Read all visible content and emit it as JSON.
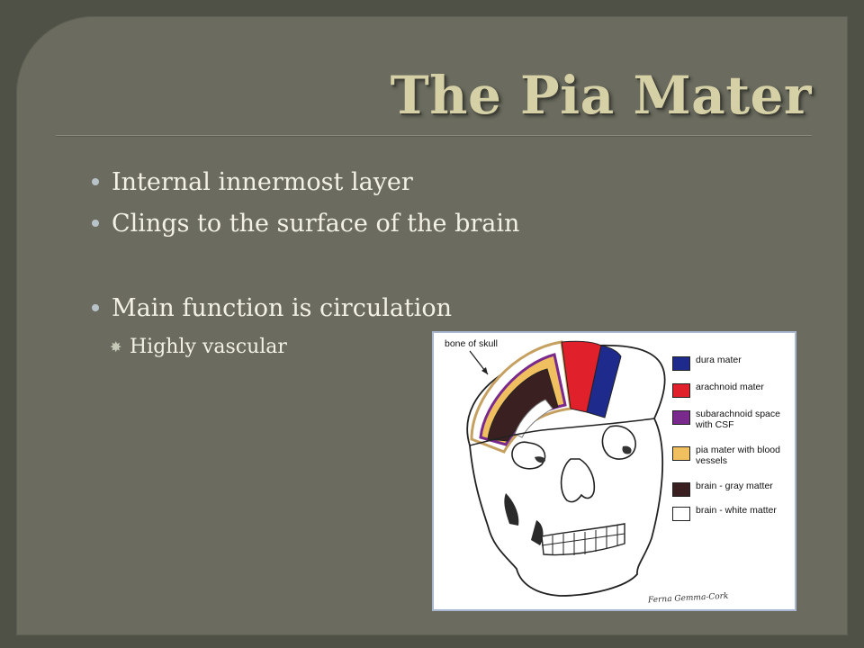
{
  "slide": {
    "title": "The Pia Mater",
    "bullets": [
      "Internal innermost layer",
      "Clings to the surface of the brain",
      "Main function is circulation"
    ],
    "sub_bullets": [
      "Highly vascular"
    ]
  },
  "figure": {
    "skull_label": "bone of skull",
    "signature": "Ferna Gemma-Cork",
    "legend": [
      {
        "label": "dura mater",
        "color": "#1e2a8c"
      },
      {
        "label": "arachnoid mater",
        "color": "#e0202a"
      },
      {
        "label": "subarachnoid space with CSF",
        "color": "#7a2a8c"
      },
      {
        "label": "pia mater with blood vessels",
        "color": "#f0c060"
      },
      {
        "label": "brain - gray matter",
        "color": "#3a2020"
      },
      {
        "label": "brain - white matter",
        "color": "#ffffff"
      }
    ]
  },
  "colors": {
    "background": "#6b6c5f",
    "title": "#d6d0a7",
    "text": "#f3f1e6",
    "bullet": "#b7c3c8"
  }
}
